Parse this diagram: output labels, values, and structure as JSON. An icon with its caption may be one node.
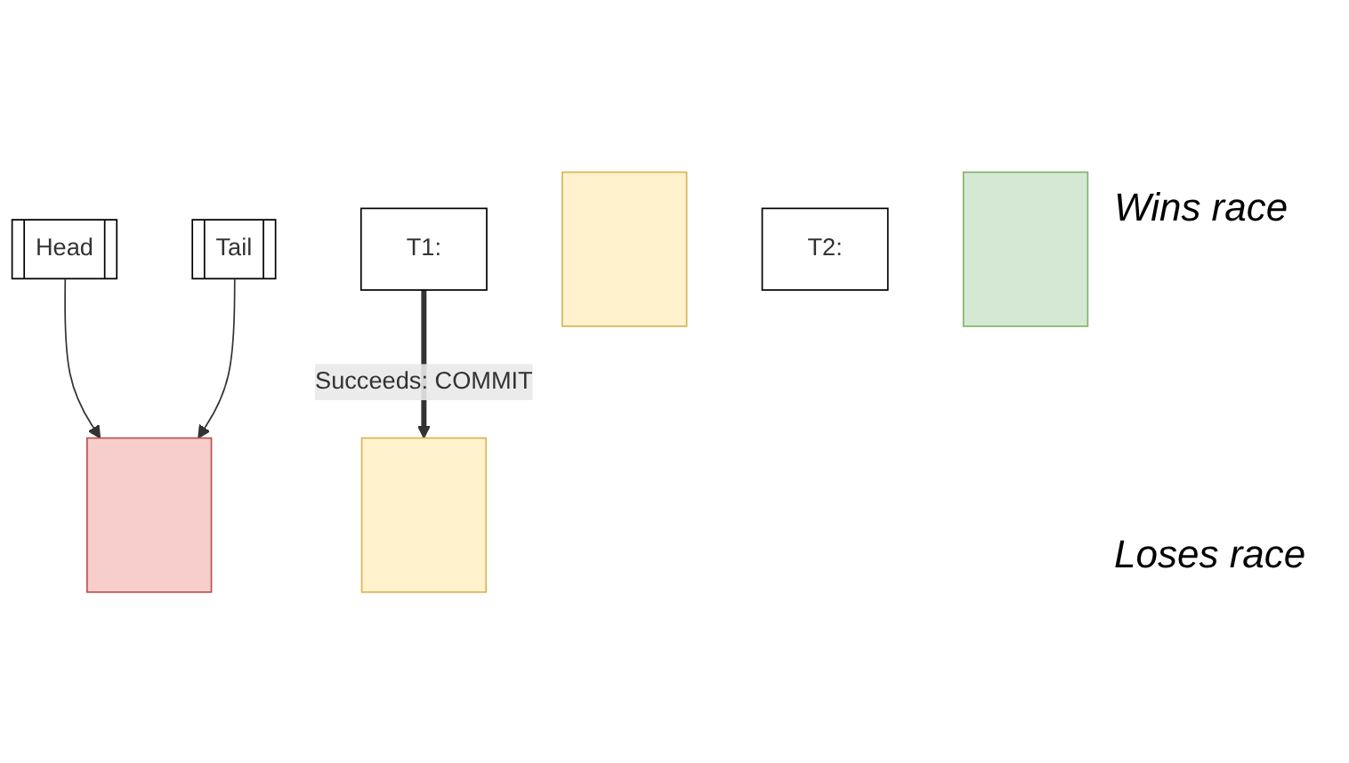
{
  "diagram": {
    "nodes": [
      {
        "text": [
          "Head"
        ]
      },
      {
        "text": [
          "Tail"
        ]
      },
      {
        "text": [
          "T1:"
        ]
      },
      {
        "text": [],
        "shape": "box"
      },
      {
        "text": [
          "T2:"
        ]
      },
      {
        "text": [],
        "shape": "box"
      },
      {
        "text": [],
        "shape": "box"
      },
      {
        "text": [],
        "shape": "box"
      }
    ],
    "edges": [
      {
        "from": 0,
        "to": 6,
        "arrow": "to"
      },
      {
        "from": 1,
        "to": 6,
        "arrow": "to"
      },
      {
        "from": 2,
        "to": 7,
        "arrow": "to",
        "label": "Succeeds: COMMIT",
        "style": "thick"
      }
    ],
    "labels": [
      "Wins race",
      "Loses race"
    ]
  }
}
